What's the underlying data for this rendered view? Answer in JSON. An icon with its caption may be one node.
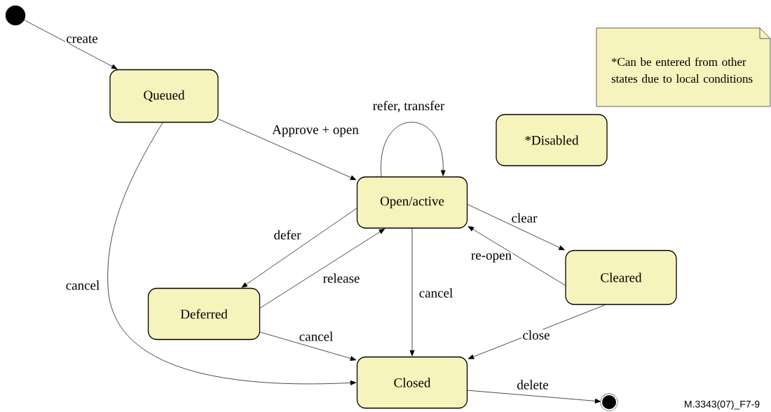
{
  "diagram": {
    "nodes": [
      {
        "text": [],
        "shape": "circle"
      },
      {
        "text": [
          "Queued"
        ]
      },
      {
        "text": [
          "Open/active"
        ]
      },
      {
        "text": [
          "*Disabled"
        ]
      },
      {
        "text": [
          "Deferred"
        ]
      },
      {
        "text": [
          "Cleared"
        ]
      },
      {
        "text": [
          "Closed"
        ]
      },
      {
        "text": [],
        "shape": "circle"
      },
      {
        "text": [
          "*Can be entered from other states due to local conditions"
        ]
      }
    ],
    "edges": [
      {
        "from": 0,
        "to": 1,
        "arrow": "to",
        "label": "create"
      },
      {
        "from": 1,
        "to": 2,
        "arrow": "to",
        "label": "Approve + open"
      },
      {
        "from": 2,
        "to": 2,
        "arrow": "to",
        "label": "refer, transfer"
      },
      {
        "from": 1,
        "to": 6,
        "arrow": "to",
        "label": "cancel"
      },
      {
        "from": 2,
        "to": 4,
        "arrow": "to",
        "label": "defer"
      },
      {
        "from": 4,
        "to": 2,
        "arrow": "to",
        "label": "release"
      },
      {
        "from": 2,
        "to": 6,
        "arrow": "to",
        "label": "cancel"
      },
      {
        "from": 2,
        "to": 5,
        "arrow": "to",
        "label": "clear"
      },
      {
        "from": 5,
        "to": 2,
        "arrow": "to",
        "label": "re-open"
      },
      {
        "from": 4,
        "to": 6,
        "arrow": "to",
        "label": "cancel"
      },
      {
        "from": 5,
        "to": 6,
        "arrow": "to",
        "label": "close"
      },
      {
        "from": 6,
        "to": 7,
        "arrow": "to",
        "label": "delete"
      }
    ],
    "labels": [
      "M.3343(07)_F7-9"
    ]
  }
}
